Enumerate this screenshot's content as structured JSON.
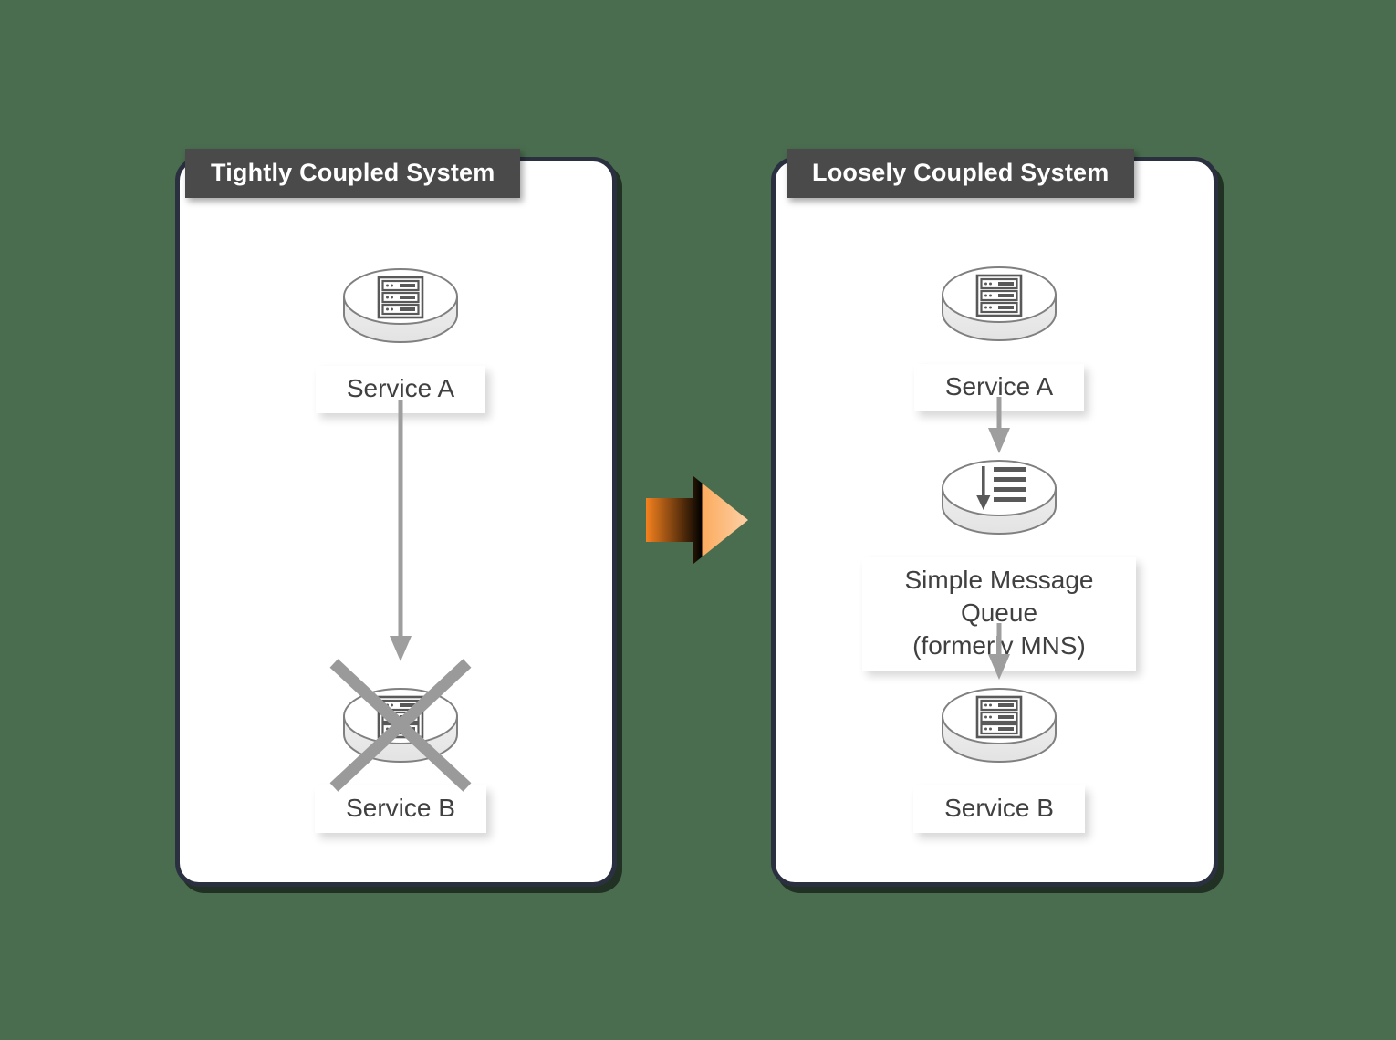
{
  "background_color": "#4a6d4f",
  "panel_border_color": "#2b3040",
  "panel_header_bg": "#4a4a4a",
  "accent_arrow_colors": {
    "from": "#f5821f",
    "to": "#fcc28c"
  },
  "connector_color": "#9e9e9e",
  "strike_color": "#9a9a9a",
  "icon_color": "#595959",
  "cylinder_outline": "#808080",
  "panels": [
    {
      "id": "tightly-coupled",
      "title": "Tightly Coupled System",
      "nodes": [
        {
          "id": "service-a-left",
          "label": "Service A",
          "icon": "server-rack-icon",
          "struck_out": false
        },
        {
          "id": "service-b-left",
          "label": "Service B",
          "icon": "server-rack-icon",
          "struck_out": true
        }
      ],
      "connectors": [
        {
          "from": "service-a-left",
          "to": "service-b-left",
          "style": "arrow-down"
        }
      ]
    },
    {
      "id": "loosely-coupled",
      "title": "Loosely Coupled System",
      "nodes": [
        {
          "id": "service-a-right",
          "label": "Service A",
          "icon": "server-rack-icon",
          "struck_out": false
        },
        {
          "id": "message-queue",
          "label_line1": "Simple Message Queue",
          "label_line2": "(formerly MNS)",
          "icon": "message-queue-icon",
          "struck_out": false
        },
        {
          "id": "service-b-right",
          "label": "Service B",
          "icon": "server-rack-icon",
          "struck_out": false
        }
      ],
      "connectors": [
        {
          "from": "service-a-right",
          "to": "message-queue",
          "style": "arrow-down"
        },
        {
          "from": "message-queue",
          "to": "service-b-right",
          "style": "arrow-down"
        }
      ]
    }
  ],
  "transition_arrow": {
    "name": "orange-right-arrow",
    "direction": "right"
  }
}
